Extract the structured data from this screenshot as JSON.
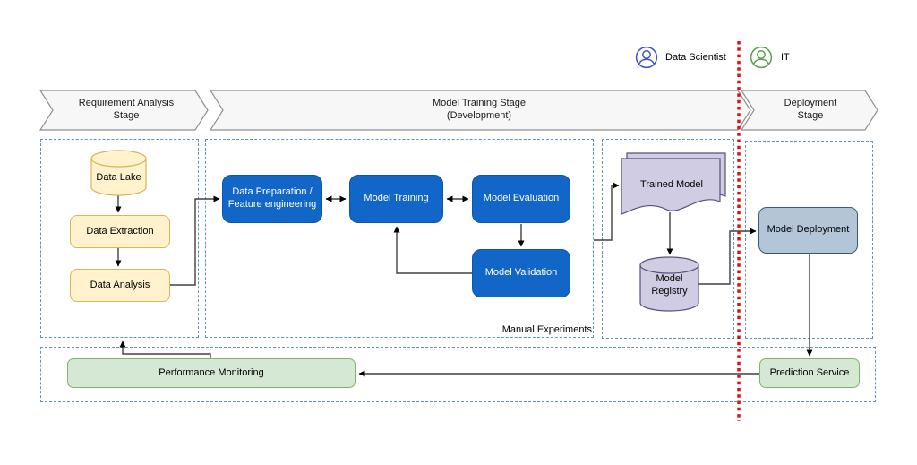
{
  "stages": [
    {
      "label": "Requirement Analysis Stage"
    },
    {
      "label": "Model Training Stage",
      "sublabel": "(Development)"
    },
    {
      "label": "Deployment Stage"
    }
  ],
  "roles": [
    {
      "label": "Data Scientist",
      "color": "#4153C1"
    },
    {
      "label": "IT",
      "color": "#5E9C4E"
    }
  ],
  "nodes": {
    "data_lake": {
      "label": "Data Lake",
      "fill": "#FFF2CC",
      "stroke": "#D6B656"
    },
    "data_extraction": {
      "label": "Data Extraction",
      "fill": "#FFF2CC",
      "stroke": "#D6B656"
    },
    "data_analysis": {
      "label": "Data Analysis",
      "fill": "#FFF2CC",
      "stroke": "#D6B656"
    },
    "data_preparation": {
      "label": "Data Preparation / Feature engineering",
      "fill": "#1266C8",
      "stroke": "#0B55AC"
    },
    "model_training": {
      "label": "Model Training",
      "fill": "#1266C8",
      "stroke": "#0B55AC"
    },
    "model_evaluation": {
      "label": "Model Evaluation",
      "fill": "#1266C8",
      "stroke": "#0B55AC"
    },
    "model_validation": {
      "label": "Model Validation",
      "fill": "#1266C8",
      "stroke": "#0B55AC"
    },
    "trained_model": {
      "label": "Trained Model",
      "fill": "#CFCCE3",
      "stroke": "#56517E"
    },
    "model_registry": {
      "label": "Model Registry",
      "fill": "#CFCCE3",
      "stroke": "#56517E"
    },
    "model_deployment": {
      "label": "Model Deployment",
      "fill": "#B3C6D8",
      "stroke": "#3A5871"
    },
    "prediction_service": {
      "label": "Prediction Service",
      "fill": "#D5E8D4",
      "stroke": "#82B366"
    },
    "performance_monitoring": {
      "label": "Performance Monitoring",
      "fill": "#D5E8D4",
      "stroke": "#82B366"
    }
  },
  "annotations": {
    "manual_experiments": "Manual Experiments"
  },
  "colors": {
    "divider_red": "#E01010",
    "container_dash_blue": "#5E92BF",
    "banner_fill": "#F7F7F7",
    "banner_stroke": "#8F8F8F",
    "connector": "#404040"
  }
}
